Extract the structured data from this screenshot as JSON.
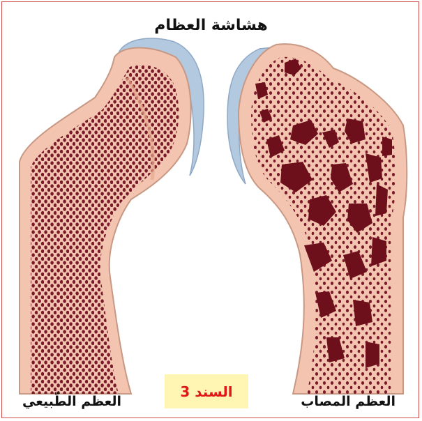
{
  "title": "هشاشة العظام",
  "labels": {
    "healthy_bone": "العظم الطّبيعي",
    "affected_bone": "العظم المصاب"
  },
  "document_tag": "السند 3",
  "colors": {
    "frame": "#d24a4a",
    "bone_fill": "#f3c5b0",
    "bone_outline": "#c79883",
    "cartilage": "#b3c9e0",
    "pores": "#7a1a2a",
    "tag_background": "#fff6b4",
    "tag_text": "#e01818"
  }
}
